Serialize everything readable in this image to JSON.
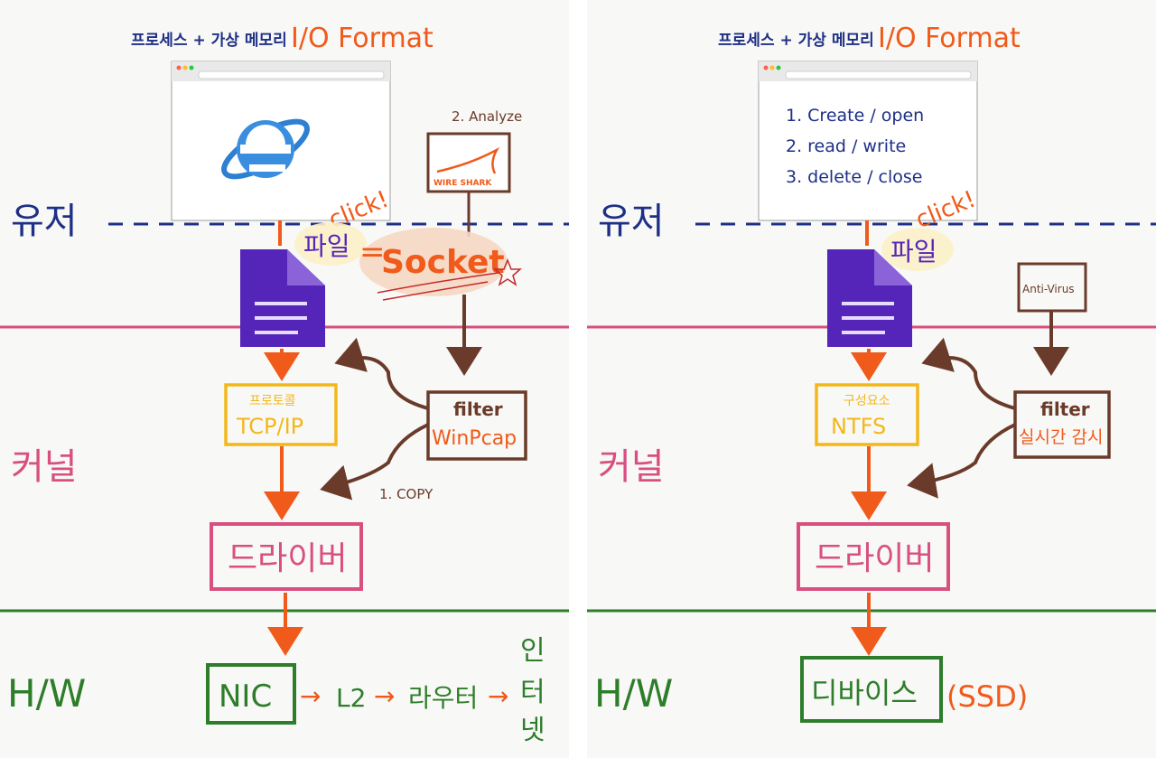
{
  "colors": {
    "navy": "#1e2f86",
    "pink": "#d84f80",
    "green": "#2d7d2a",
    "orange": "#f05a1a",
    "brown": "#6a3b2a",
    "purple": "#5524b8",
    "yellow": "#f3b71a"
  },
  "left": {
    "title_prefix": "프로세스 + 가상 메모리",
    "title_main": "I/O Format",
    "layer_user": "유저",
    "layer_kernel": "커널",
    "layer_hw": "H/W",
    "browser_icon": "internet-explorer-icon",
    "click_label": "click!",
    "file_label": "파일",
    "equals": "=",
    "socket_label": "Socket",
    "analyze_label": "2. Analyze",
    "wireshark_label": "WIRE SHARK",
    "filter_label": "filter",
    "winpcap_label": "WinPcap",
    "copy_label": "1. COPY",
    "protocol_label": "프로토콜",
    "tcpip_label": "TCP/IP",
    "driver_label": "드라이버",
    "nic_label": "NIC",
    "arrow1": "→",
    "l2_label": "L2",
    "arrow2": "→",
    "router_label": "라우터",
    "arrow3": "→",
    "internet_chars": [
      "인",
      "터",
      "넷"
    ]
  },
  "right": {
    "title_prefix": "프로세스 + 가상 메모리",
    "title_main": "I/O Format",
    "layer_user": "유저",
    "layer_kernel": "커널",
    "layer_hw": "H/W",
    "browser_lines": [
      "1. Create / open",
      "2.  read / write",
      "3. delete / close"
    ],
    "click_label": "click!",
    "file_label": "파일",
    "antivirus_label": "Anti-Virus",
    "filter_label": "filter",
    "realtime_label": "실시간 감시",
    "component_label": "구성요소",
    "ntfs_label": "NTFS",
    "driver_label": "드라이버",
    "device_label": "디바이스",
    "ssd_label": "(SSD)"
  }
}
